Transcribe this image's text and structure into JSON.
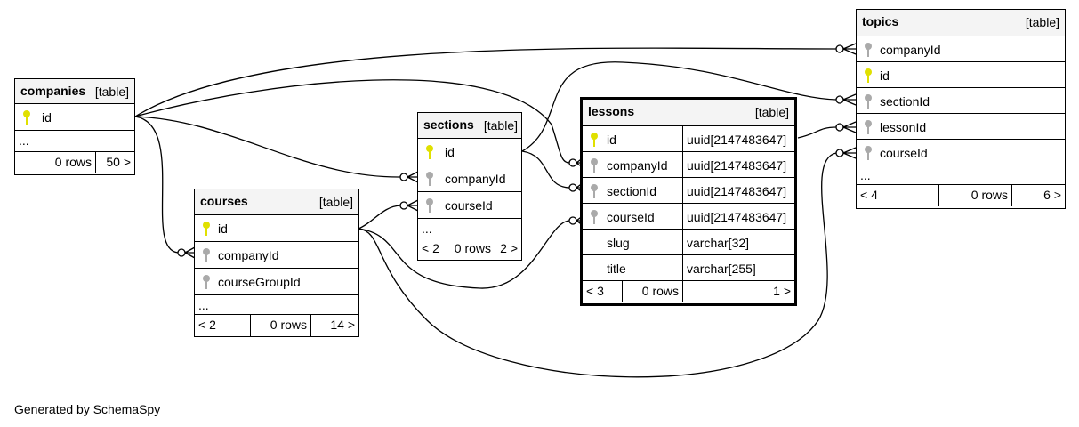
{
  "footer_text": "Generated by SchemaSpy",
  "tables": {
    "companies": {
      "name": "companies",
      "type": "[table]",
      "columns": [
        "id"
      ],
      "more": "...",
      "footer": [
        "",
        "0 rows",
        "50 >"
      ]
    },
    "courses": {
      "name": "courses",
      "type": "[table]",
      "columns": [
        "id",
        "companyId",
        "courseGroupId"
      ],
      "more": "...",
      "footer": [
        "< 2",
        "0 rows",
        "14 >"
      ]
    },
    "sections": {
      "name": "sections",
      "type": "[table]",
      "columns": [
        "id",
        "companyId",
        "courseId"
      ],
      "more": "...",
      "footer": [
        "< 2",
        "0 rows",
        "2 >"
      ]
    },
    "lessons": {
      "name": "lessons",
      "type": "[table]",
      "columns": [
        {
          "name": "id",
          "type": "uuid[2147483647]"
        },
        {
          "name": "companyId",
          "type": "uuid[2147483647]"
        },
        {
          "name": "sectionId",
          "type": "uuid[2147483647]"
        },
        {
          "name": "courseId",
          "type": "uuid[2147483647]"
        },
        {
          "name": "slug",
          "type": "varchar[32]"
        },
        {
          "name": "title",
          "type": "varchar[255]"
        }
      ],
      "footer": [
        "< 3",
        "0 rows",
        "1 >"
      ]
    },
    "topics": {
      "name": "topics",
      "type": "[table]",
      "columns": [
        "companyId",
        "id",
        "sectionId",
        "lessonId",
        "courseId"
      ],
      "more": "...",
      "footer": [
        "< 4",
        "0 rows",
        "6 >"
      ]
    }
  },
  "colors": {
    "primary_key": "#e0e000",
    "foreign_key": "#aaaaaa",
    "header_bg": "#f4f4f4"
  }
}
